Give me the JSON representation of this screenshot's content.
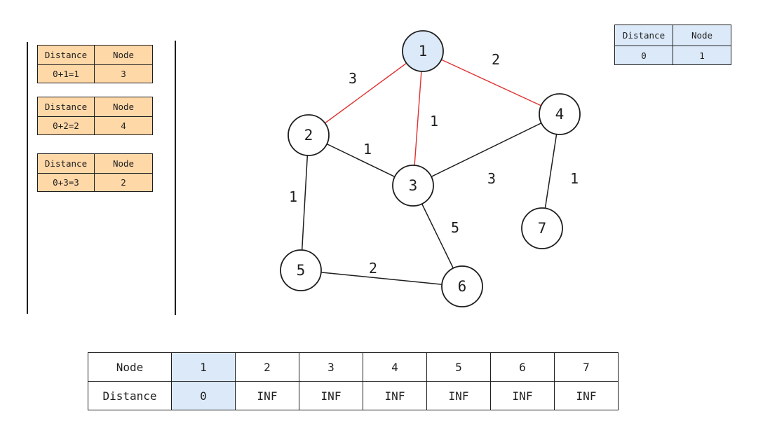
{
  "queue": [
    {
      "headers": [
        "Distance",
        "Node"
      ],
      "distance": "0+1=1",
      "node": "3"
    },
    {
      "headers": [
        "Distance",
        "Node"
      ],
      "distance": "0+2=2",
      "node": "4"
    },
    {
      "headers": [
        "Distance",
        "Node"
      ],
      "distance": "0+3=3",
      "node": "2"
    }
  ],
  "current": {
    "headers": [
      "Distance",
      "Node"
    ],
    "distance": "0",
    "node": "1"
  },
  "graph": {
    "nodes": [
      {
        "id": "1",
        "highlighted": true
      },
      {
        "id": "2",
        "highlighted": false
      },
      {
        "id": "3",
        "highlighted": false
      },
      {
        "id": "4",
        "highlighted": false
      },
      {
        "id": "5",
        "highlighted": false
      },
      {
        "id": "6",
        "highlighted": false
      },
      {
        "id": "7",
        "highlighted": false
      }
    ],
    "edges": [
      {
        "from": "1",
        "to": "2",
        "weight": "3",
        "highlighted": true
      },
      {
        "from": "1",
        "to": "3",
        "weight": "1",
        "highlighted": true
      },
      {
        "from": "1",
        "to": "4",
        "weight": "2",
        "highlighted": true
      },
      {
        "from": "2",
        "to": "3",
        "weight": "1",
        "highlighted": false
      },
      {
        "from": "2",
        "to": "5",
        "weight": "1",
        "highlighted": false
      },
      {
        "from": "3",
        "to": "4",
        "weight": "3",
        "highlighted": false
      },
      {
        "from": "3",
        "to": "6",
        "weight": "5",
        "highlighted": false
      },
      {
        "from": "5",
        "to": "6",
        "weight": "2",
        "highlighted": false
      },
      {
        "from": "4",
        "to": "7",
        "weight": "1",
        "highlighted": false
      }
    ]
  },
  "distance_table": {
    "header_row_label": "Node",
    "value_row_label": "Distance",
    "nodes": [
      "1",
      "2",
      "3",
      "4",
      "5",
      "6",
      "7"
    ],
    "distances": [
      "0",
      "INF",
      "INF",
      "INF",
      "INF",
      "INF",
      "INF"
    ],
    "highlighted_node": "1"
  },
  "colors": {
    "highlight_edge": "#e03131",
    "node_highlight_fill": "#dbe9f8",
    "queue_fill": "#ffd8a8",
    "stroke": "#1e1e1e"
  }
}
